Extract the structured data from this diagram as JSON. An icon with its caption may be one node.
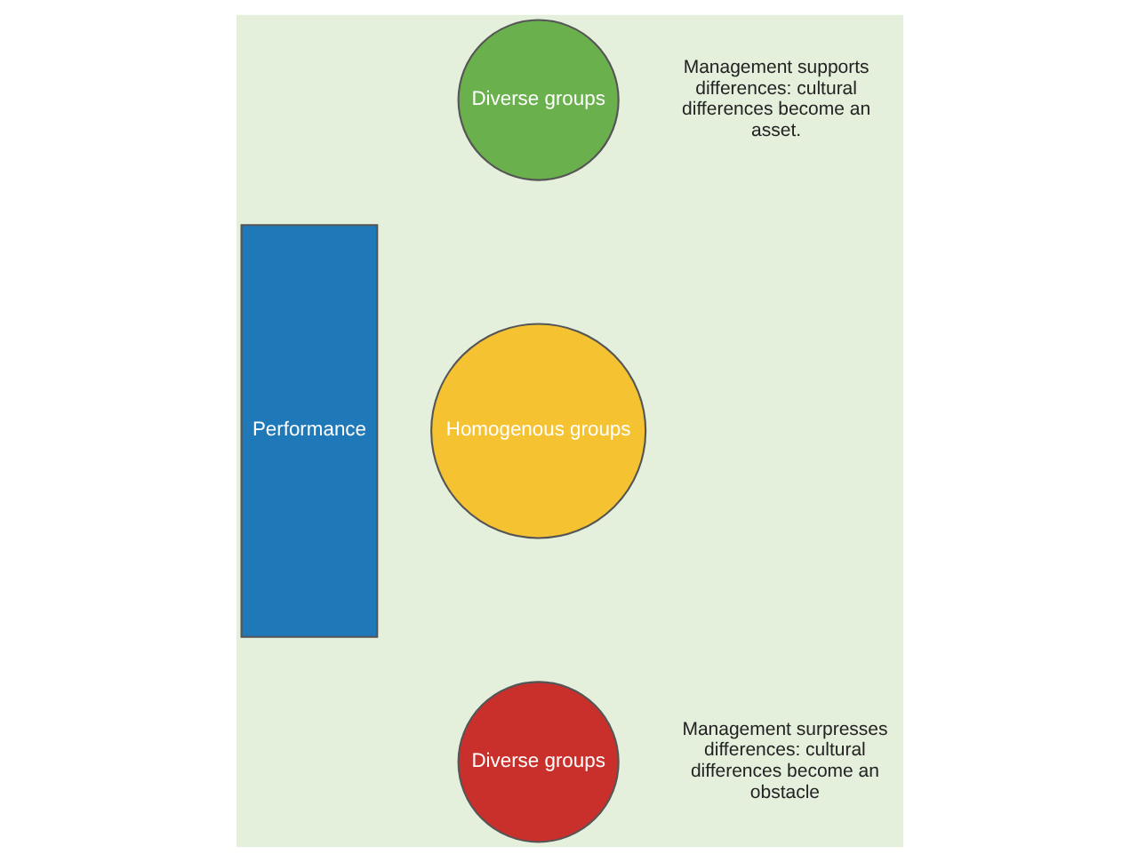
{
  "diagram": {
    "nodes": [
      {
        "text": [
          "Performance"
        ]
      },
      {
        "text": [
          "Diverse groups"
        ],
        "beside": [
          "Management supports differences: cultural differences become an asset."
        ]
      },
      {
        "text": [
          "Homogenous groups"
        ]
      },
      {
        "text": [
          "Diverse groups"
        ],
        "beside": [
          "Management surpresses differences: cultural differences become an obstacle"
        ]
      }
    ],
    "edges": []
  }
}
